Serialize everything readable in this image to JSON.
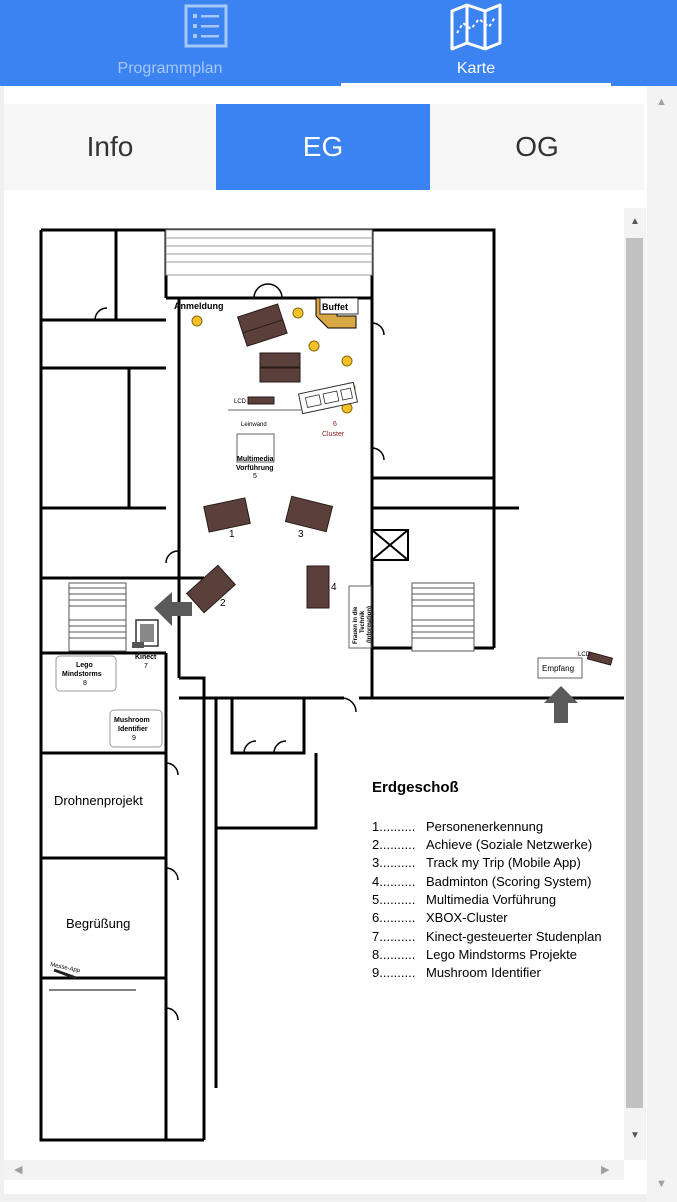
{
  "nav": {
    "tabs": [
      {
        "label": "Programmplan",
        "icon": "list-icon"
      },
      {
        "label": "Karte",
        "icon": "map-icon"
      }
    ]
  },
  "segments": [
    "Info",
    "EG",
    "OG"
  ],
  "map": {
    "labels": {
      "anmeldung": "Anmeldung",
      "buffet": "Buffet",
      "lcd": "LCD",
      "leinwand": "Leinwand",
      "cluster_num": "6",
      "cluster": "Cluster",
      "multimedia1": "Multimedia",
      "multimedia2": "Vorführung",
      "multimedia_num": "5",
      "n1": "1",
      "n2": "2",
      "n3": "3",
      "n4": "4",
      "kinect": "Kinect",
      "kinect_num": "7",
      "lego1": "Lego",
      "lego2": "Mindstorms",
      "lego_num": "8",
      "mush1": "Mushroom",
      "mush2": "Identifier",
      "mush_num": "9",
      "frauen1": "Frauen in die",
      "frauen2": "Technik",
      "frauen3": "(Information)",
      "empfang": "Empfang",
      "lcd2": "LCD",
      "drohnen": "Drohnenprojekt",
      "begruessung": "Begrüßung",
      "messe": "Messe-App"
    },
    "legend": {
      "title": "Erdgeschoß",
      "items": [
        {
          "num": "1..........",
          "text": "Personenerkennung"
        },
        {
          "num": "2..........",
          "text": "Achieve (Soziale Netzwerke)"
        },
        {
          "num": "3..........",
          "text": "Track my Trip (Mobile App)"
        },
        {
          "num": "4..........",
          "text": "Badminton (Scoring System)"
        },
        {
          "num": "5..........",
          "text": "Multimedia Vorführung"
        },
        {
          "num": "6..........",
          "text": "XBOX-Cluster"
        },
        {
          "num": "7..........",
          "text": "Kinect-gesteuerter Studenplan"
        },
        {
          "num": "8..........",
          "text": "Lego Mindstorms Projekte"
        },
        {
          "num": "9..........",
          "text": "Mushroom Identifier"
        }
      ]
    }
  },
  "colors": {
    "accent": "#3a83f0",
    "furniture": "#5a3f3a",
    "seat": "#f2c22c",
    "buffet": "#d9a743"
  }
}
